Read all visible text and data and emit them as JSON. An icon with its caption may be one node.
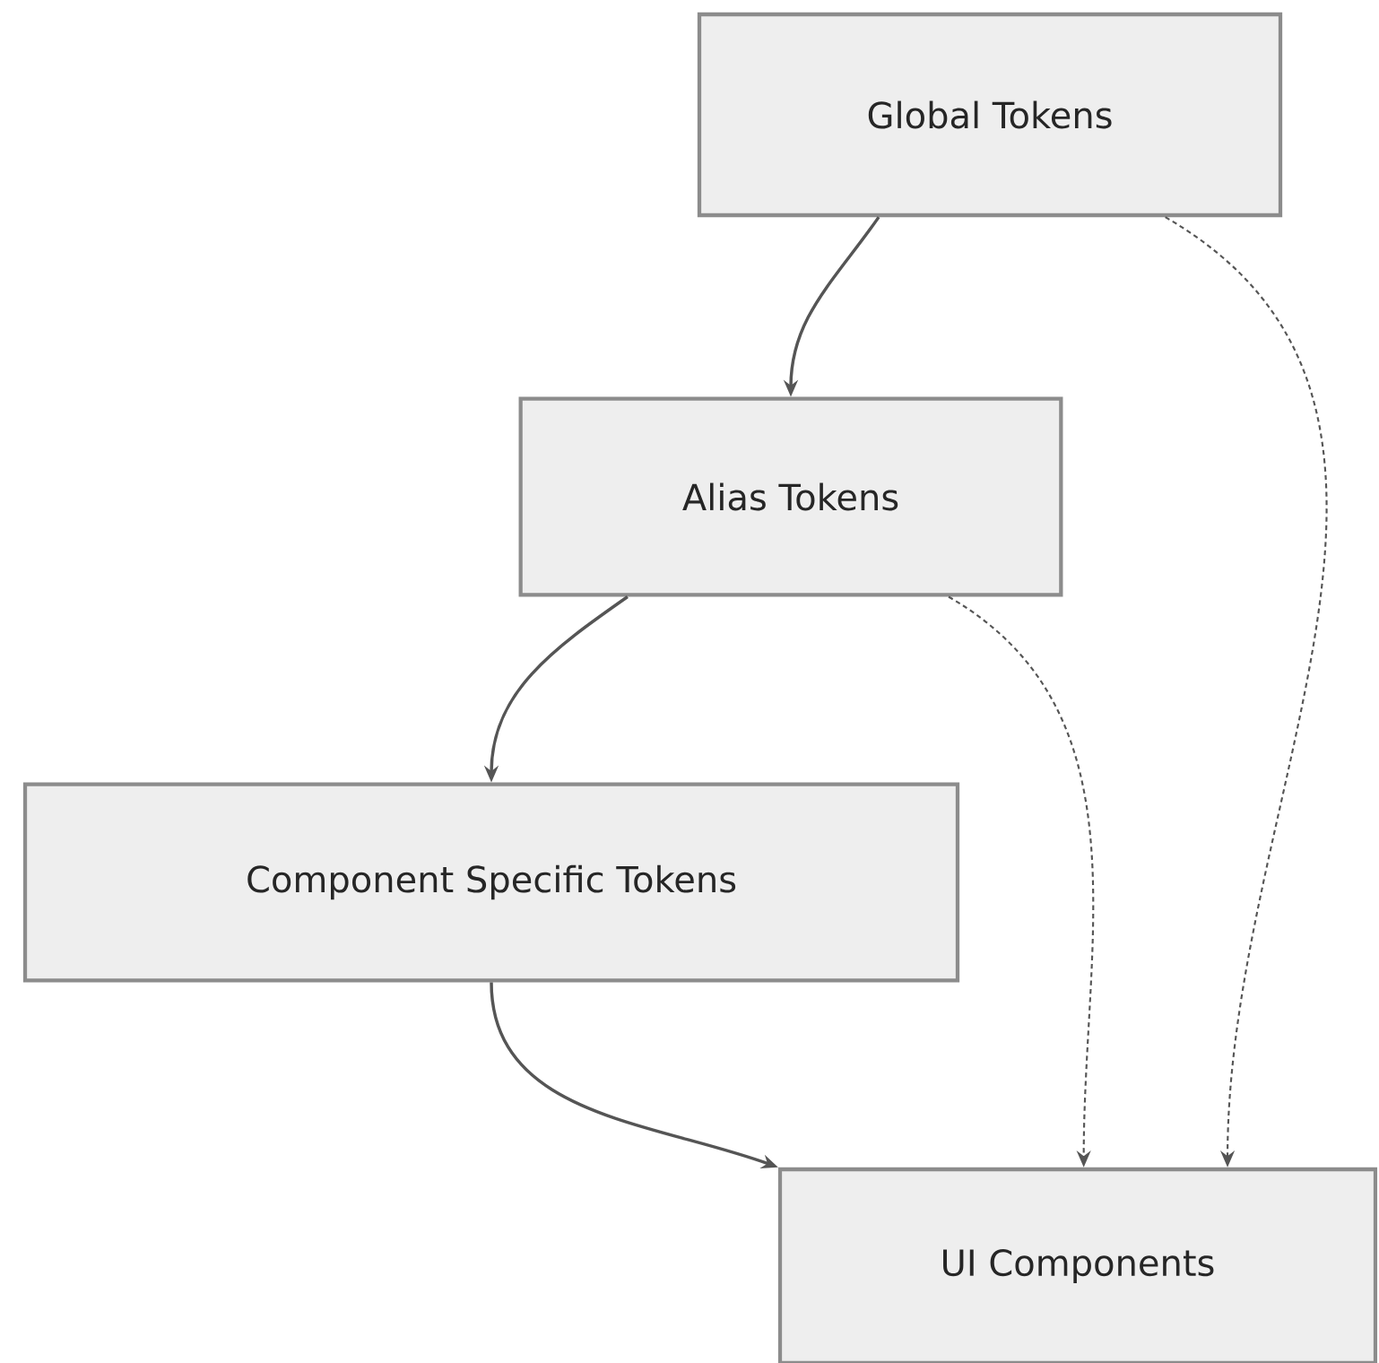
{
  "diagram": {
    "nodes": [
      {
        "text": [
          "Global Tokens"
        ]
      },
      {
        "text": [
          "Alias Tokens"
        ]
      },
      {
        "text": [
          "Component Specific Tokens"
        ]
      },
      {
        "text": [
          "UI Components"
        ]
      }
    ],
    "edges": [
      {
        "from": 0,
        "to": 1,
        "arrow": "to"
      },
      {
        "from": 1,
        "to": 2,
        "arrow": "to"
      },
      {
        "from": 2,
        "to": 3,
        "arrow": "to"
      },
      {
        "from": 1,
        "to": 3,
        "arrow": "to",
        "style": "dashed"
      },
      {
        "from": 0,
        "to": 3,
        "arrow": "to",
        "style": "dashed"
      }
    ]
  }
}
